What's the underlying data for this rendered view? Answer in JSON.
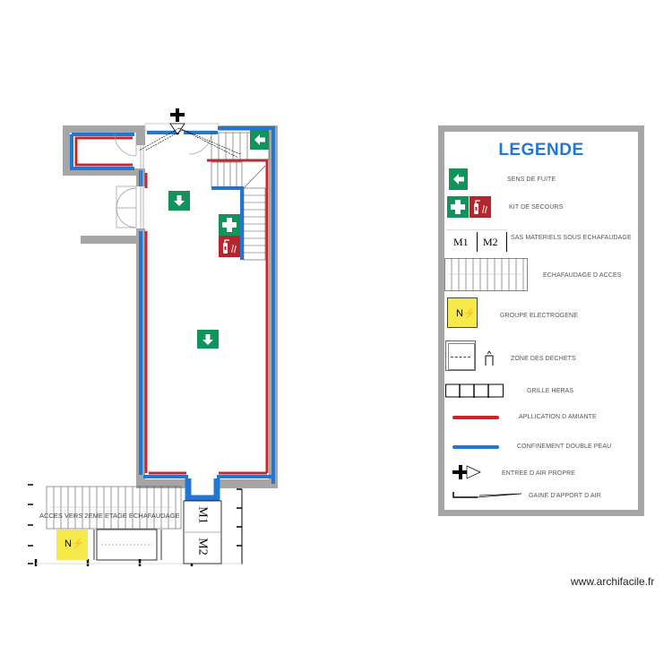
{
  "plan": {
    "scaffold_label": "ACCES VERS 2EME ETAGE ECHAFAUDAGE",
    "sas_labels": [
      "M1",
      "M2"
    ],
    "generator_symbol": "N⚡",
    "colors": {
      "wall": "#a6a6a6",
      "asbestos_application": "#c9262c",
      "double_skin_confinement": "#2277d3",
      "exit_sign": "#12935b",
      "fire_kit": "#b3252f",
      "generator": "#f5e94b"
    }
  },
  "legend": {
    "title": "LEGENDE",
    "items": [
      {
        "icon": "exit-arrow-icon",
        "label": "SENS DE FUITE"
      },
      {
        "icon": "first-aid-fire-kit-icon",
        "label": "KIT DE SECOURS"
      },
      {
        "icon": "sas-m1-m2-icon",
        "label": "SAS MATERIELS SOUS ECHAFAUDAGE",
        "m1": "M1",
        "m2": "M2"
      },
      {
        "icon": "scaffold-stair-icon",
        "label": "ECHAFAUDAGE D ACCES"
      },
      {
        "icon": "generator-icon",
        "label": "GROUPE ELECTROGENE",
        "symbol": "N⚡"
      },
      {
        "icon": "waste-zone-icon",
        "label": "ZONE DES DECHETS"
      },
      {
        "icon": "heras-fence-icon",
        "label": "GRILLE HERAS"
      },
      {
        "icon": "red-line-icon",
        "label": "APLLICATION D AMIANTE"
      },
      {
        "icon": "blue-line-icon",
        "label": "CONFINEMENT DOUBLE PEAU"
      },
      {
        "icon": "clean-air-inlet-icon",
        "label": "ENTREE D AIR PROPRE"
      },
      {
        "icon": "air-duct-icon",
        "label": "GAINE D'APPORT D AIR"
      }
    ]
  },
  "watermark": "www.archifacile.fr"
}
